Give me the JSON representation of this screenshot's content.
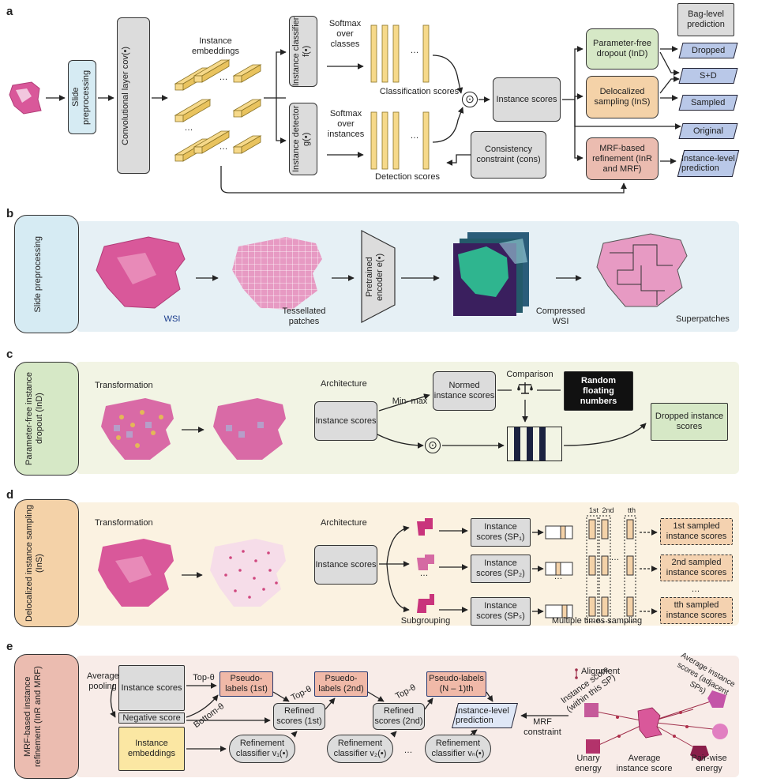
{
  "panels": {
    "a": "a",
    "b": "b",
    "c": "c",
    "d": "d",
    "e": "e"
  },
  "a": {
    "slide_preprocessing": "Slide preprocessing",
    "conv_layer": "Convolutional layer cov(•)",
    "instance_embeddings": "Instance embeddings",
    "instance_classifier": "Instance classifier f(•)",
    "instance_detector": "Instance detector g(•)",
    "softmax_classes": "Softmax over classes",
    "softmax_instances": "Softmax over instances",
    "classification_scores": "Classification scores",
    "detection_scores": "Detection scores",
    "ellipsis": "…",
    "odot": "⊙",
    "instance_scores": "Instance scores",
    "consistency": "Consistency constraint (cons)",
    "ind": "Parameter-free dropout (InD)",
    "ins": "Delocalized sampling (InS)",
    "mrf": "MRF-based refinement (InR and MRF)",
    "bag_level": "Bag-level prediction",
    "dropped": "Dropped",
    "sd": "S+D",
    "sampled": "Sampled",
    "original": "Original",
    "instance_level": "Instance-level prediction"
  },
  "b": {
    "side": "Slide preprocessing",
    "wsi": "WSI",
    "tessellated": "Tessellated patches",
    "encoder": "Pretrained encoder e(•)",
    "compressed": "Compressed WSI",
    "superpatches": "Superpatches"
  },
  "c": {
    "side": "Parameter-free instance dropout (InD)",
    "transformation": "Transformation",
    "architecture": "Architecture",
    "instance_scores": "Instance scores",
    "minmax": "Min–max",
    "normed": "Normed instance scores",
    "comparison": "Comparison",
    "random": "Random floating numbers",
    "dropped": "Dropped instance scores"
  },
  "d": {
    "side": "Delocalized instance sampling (InS)",
    "transformation": "Transformation",
    "architecture": "Architecture",
    "instance_scores": "Instance scores",
    "sp1": "Instance scores (SP₁)",
    "sp2": "Instance scores (SP₂)",
    "sps": "Instance scores (SPₛ)",
    "subgrouping": "Subgrouping",
    "multiple": "Multiple times sampling",
    "first": "1st",
    "second": "2nd",
    "tth": "tth",
    "out1": "1st sampled instance scores",
    "out2": "2nd sampled instance scores",
    "outt": "tth sampled instance scores"
  },
  "e": {
    "side": "MRF-based instance refinement (InR and MRF)",
    "avg_pooling": "Average pooling",
    "instance_scores": "Instance scores",
    "negative": "Negative score",
    "embeddings": "Instance embeddings",
    "top": "Top-θ",
    "bottom": "Bottom-θ",
    "pl1": "Pseudo-labels (1st)",
    "pl2": "Psuedo-labels (2nd)",
    "pln": "Pseudo-labels (N – 1)th",
    "rs1": "Refined scores (1st)",
    "rs2": "Refined scores (2nd)",
    "rc1": "Refinement classifier v₁(•)",
    "rc2": "Refinement classifier v₂(•)",
    "rcn": "Refinement classifier vₙ(•)",
    "inst_pred": "Instance-level prediction",
    "mrf_constraint": "MRF constraint",
    "alignment": "Alignment",
    "within": "Instance score (within this SP)",
    "adjacent": "Average instance scores (adjacent SPs)",
    "unary": "Unary energy",
    "avg_score": "Average instance score",
    "pairwise": "Pair-wise energy",
    "ellipsis": "…"
  },
  "colors": {
    "blue": "#d6ebf3",
    "green": "#d6e8c6",
    "orange": "#f4d2a8",
    "red": "#ebbcb0",
    "yellow": "#fbe7a3",
    "bar_yellow": "#f6d98a",
    "tissue": "#d9589a",
    "pseudo": "#f0b9a8"
  }
}
